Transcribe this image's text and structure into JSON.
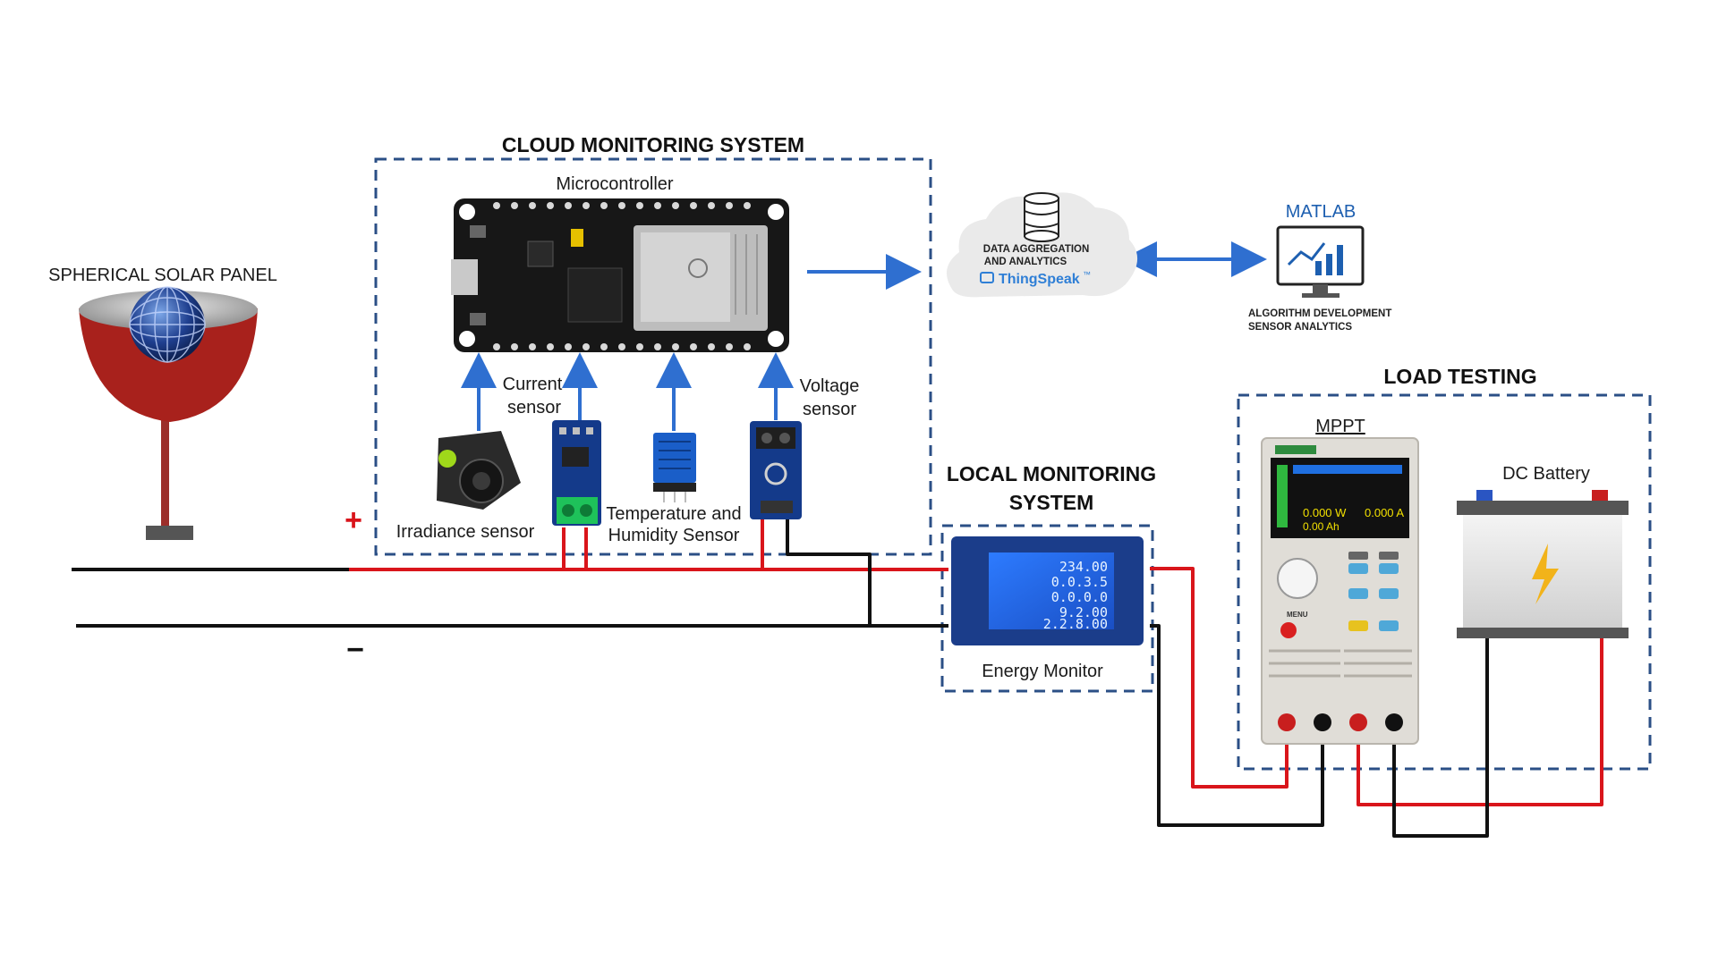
{
  "colors": {
    "positive_wire": "#d9151b",
    "negative_wire": "#111111",
    "signal_arrow": "#2f6fd0",
    "dashed_box": "#2b4f86"
  },
  "solar_panel": {
    "label": "SPHERICAL SOLAR PANEL"
  },
  "terminals": {
    "plus": "+",
    "minus": "−"
  },
  "cloud_system": {
    "title": "CLOUD MONITORING SYSTEM",
    "microcontroller": {
      "label": "Microcontroller"
    },
    "sensors": {
      "irradiance": "Irradiance sensor",
      "current_line1": "Current",
      "current_line2": "sensor",
      "temperature_line1": "Temperature and",
      "temperature_line2": "Humidity Sensor",
      "voltage_line1": "Voltage",
      "voltage_line2": "sensor"
    }
  },
  "cloud": {
    "line1": "DATA AGGREGATION",
    "line2": "AND ANALYTICS",
    "brand": "ThingSpeak",
    "trademark": "™"
  },
  "matlab": {
    "logo": "MATLAB",
    "line1": "ALGORITHM DEVELOPMENT",
    "line2": "SENSOR ANALYTICS"
  },
  "local_system": {
    "title_line1": "LOCAL MONITORING",
    "title_line2": "SYSTEM",
    "device_label": "Energy Monitor",
    "readings": [
      "234.00",
      "0.0.3.5",
      "0.0.0.0",
      "9.2.00",
      "2.2.8.00"
    ]
  },
  "load_testing": {
    "title": "LOAD TESTING",
    "mppt_label": "MPPT",
    "battery_label": "DC Battery",
    "load_display": {
      "power": "0.000 W",
      "current": "0.000 A",
      "energy": "0.00 Ah"
    },
    "menu_label": "MENU"
  }
}
